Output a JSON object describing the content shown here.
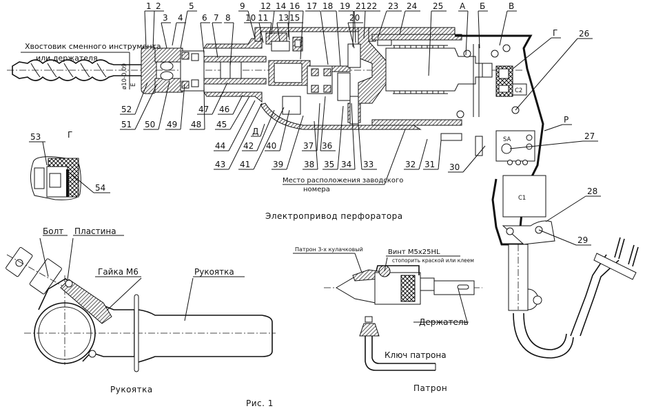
{
  "figure": {
    "main_title": "Электропривод перфоратора",
    "caption": "Рис. 1",
    "shank_note_line1": "Хвостовик сменного инструмента",
    "shank_note_line2": "или держателя",
    "shank_dim": "ø10-0,09",
    "shank_dim_letter": "Е",
    "serial_note_line1": "Место расположения заводского",
    "serial_note_line2": "номера",
    "switch_label": "SA",
    "capacitor_c1": "C1",
    "capacitor_c2": "C2"
  },
  "callouts_top": [
    "1",
    "2",
    "3",
    "4",
    "5",
    "6",
    "7",
    "8",
    "9",
    "10",
    "11",
    "12",
    "13",
    "14",
    "15",
    "16",
    "17",
    "18",
    "19",
    "20",
    "21",
    "22",
    "23",
    "24",
    "25"
  ],
  "callouts_letters": [
    "А",
    "Б",
    "В",
    "Г",
    "Д",
    "Р"
  ],
  "callouts_right": [
    "26",
    "27",
    "28",
    "29"
  ],
  "callouts_bottom": [
    "30",
    "31",
    "32",
    "33",
    "34",
    "35",
    "36",
    "37",
    "38",
    "39",
    "40",
    "41",
    "42",
    "43",
    "44",
    "45",
    "46",
    "47",
    "48",
    "49",
    "50",
    "51",
    "52"
  ],
  "detail_g": {
    "title": "Г",
    "callouts": [
      "53",
      "54"
    ]
  },
  "handle_view": {
    "title": "Рукоятка",
    "bolt": "Болт",
    "plate": "Пластина",
    "nut": "Гайка М6",
    "handle": "Рукоятка"
  },
  "chuck_view": {
    "title": "Патрон",
    "chuck": "Патрон 3-х кулачковый",
    "screw": "Винт М5х25HL",
    "screw_note": "стопорить краской или клеем",
    "holder": "Держатель",
    "key": "Ключ патрона"
  }
}
